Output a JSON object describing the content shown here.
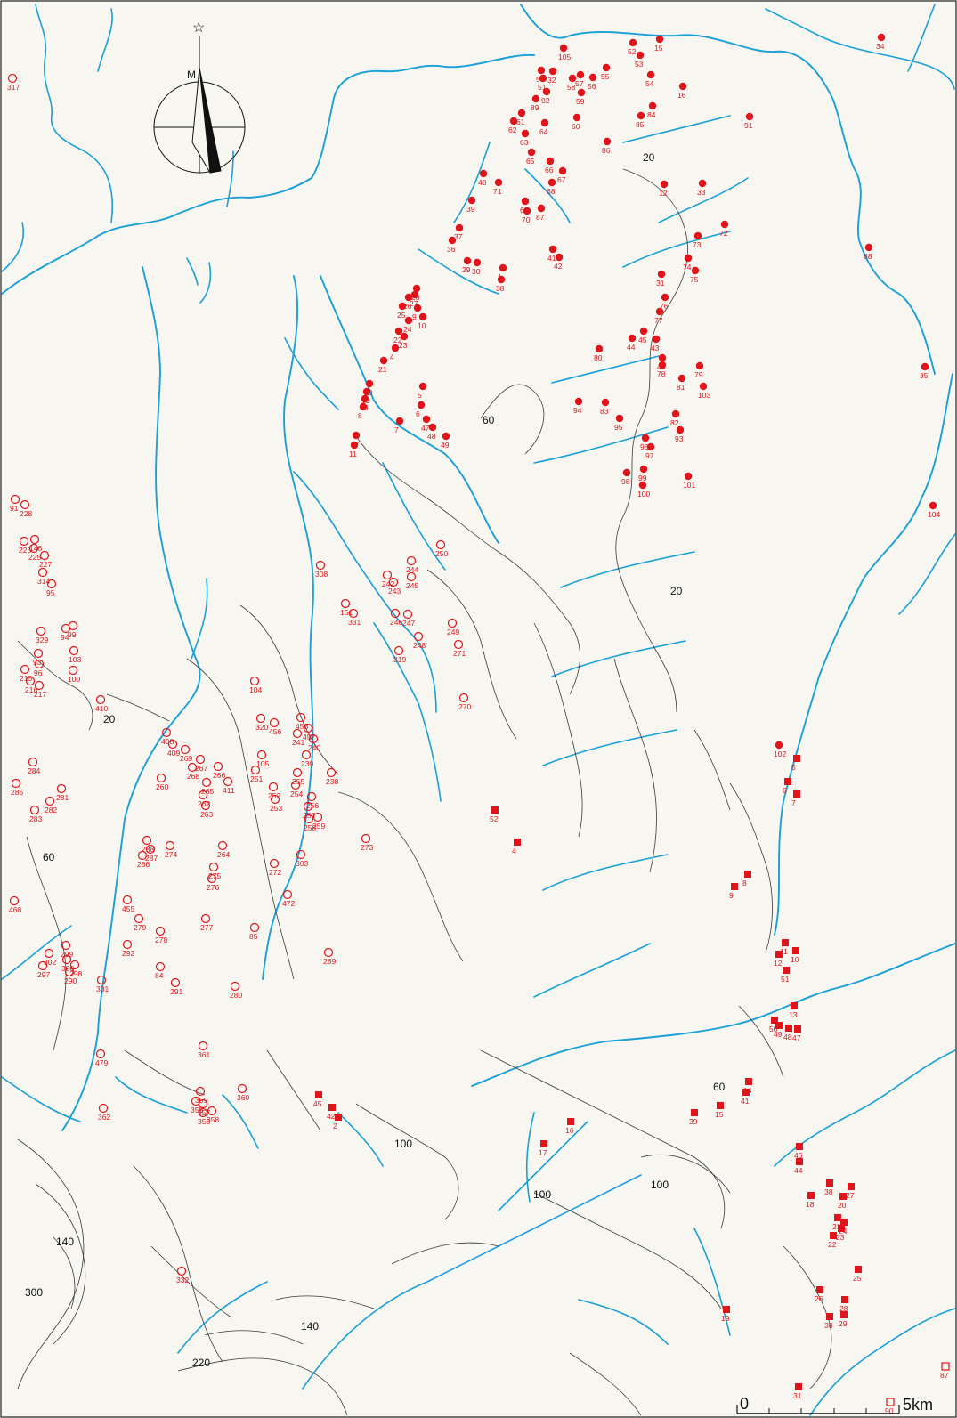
{
  "compass": {
    "label": "M"
  },
  "scale": {
    "zero_label": "0",
    "end_label": "5km"
  },
  "contours": [
    {
      "label": "20"
    },
    {
      "label": "20"
    },
    {
      "label": "20"
    },
    {
      "label": "60"
    },
    {
      "label": "60"
    },
    {
      "label": "60"
    },
    {
      "label": "100"
    },
    {
      "label": "100"
    },
    {
      "label": "100"
    },
    {
      "label": "140"
    },
    {
      "label": "140"
    },
    {
      "label": "220"
    },
    {
      "label": "300"
    }
  ],
  "sites_filled_circle": [
    "1",
    "4",
    "5",
    "6",
    "7",
    "8",
    "9",
    "10",
    "11",
    "12",
    "15",
    "16",
    "17",
    "18",
    "19",
    "20",
    "21",
    "22",
    "23",
    "24",
    "25",
    "26",
    "27",
    "28",
    "29",
    "30",
    "31",
    "32",
    "33",
    "34",
    "35",
    "36",
    "37",
    "38",
    "39",
    "40",
    "41",
    "42",
    "43",
    "44",
    "45",
    "46",
    "47",
    "48",
    "49",
    "50",
    "51",
    "52",
    "53",
    "54",
    "55",
    "56",
    "57",
    "58",
    "59",
    "60",
    "61",
    "62",
    "63",
    "64",
    "65",
    "66",
    "67",
    "68",
    "69",
    "70",
    "71",
    "72",
    "73",
    "74",
    "75",
    "76",
    "77",
    "78",
    "79",
    "80",
    "81",
    "82",
    "83",
    "84",
    "85",
    "86",
    "87",
    "88",
    "89",
    "91",
    "92",
    "93",
    "94",
    "95",
    "96",
    "97",
    "98",
    "99",
    "100",
    "101",
    "102",
    "103",
    "104",
    "105"
  ],
  "sites_open_circle": [
    "84",
    "85",
    "91",
    "93",
    "94",
    "95",
    "96",
    "99",
    "100",
    "103",
    "104",
    "105",
    "146",
    "151",
    "215",
    "216",
    "217",
    "225",
    "226",
    "227",
    "228",
    "238",
    "239",
    "240",
    "241",
    "242",
    "243",
    "244",
    "245",
    "246",
    "247",
    "248",
    "249",
    "250",
    "251",
    "252",
    "253",
    "254",
    "255",
    "256",
    "257",
    "258",
    "259",
    "260",
    "262",
    "263",
    "264",
    "265",
    "266",
    "267",
    "268",
    "269",
    "270",
    "271",
    "272",
    "273",
    "274",
    "275",
    "276",
    "277",
    "278",
    "279",
    "280",
    "281",
    "282",
    "283",
    "284",
    "285",
    "286",
    "287",
    "288",
    "289",
    "290",
    "291",
    "292",
    "297",
    "298",
    "299",
    "300",
    "301",
    "302",
    "303",
    "308",
    "314",
    "317",
    "319",
    "320",
    "329",
    "331",
    "332",
    "355",
    "356",
    "357",
    "358",
    "359",
    "360",
    "361",
    "362",
    "408",
    "409",
    "410",
    "411",
    "455",
    "456",
    "457",
    "458",
    "468",
    "472",
    "479"
  ],
  "sites_filled_square": [
    "2",
    "4",
    "5",
    "6",
    "7",
    "8",
    "9",
    "10",
    "11",
    "12",
    "13",
    "14",
    "15",
    "16",
    "17",
    "18",
    "19",
    "20",
    "21",
    "22",
    "23",
    "24",
    "25",
    "26",
    "27",
    "28",
    "29",
    "30",
    "31",
    "38",
    "39",
    "41",
    "42",
    "44",
    "45",
    "46",
    "47",
    "48",
    "49",
    "50",
    "51",
    "52"
  ],
  "sites_open_square": [
    "87",
    "90"
  ]
}
